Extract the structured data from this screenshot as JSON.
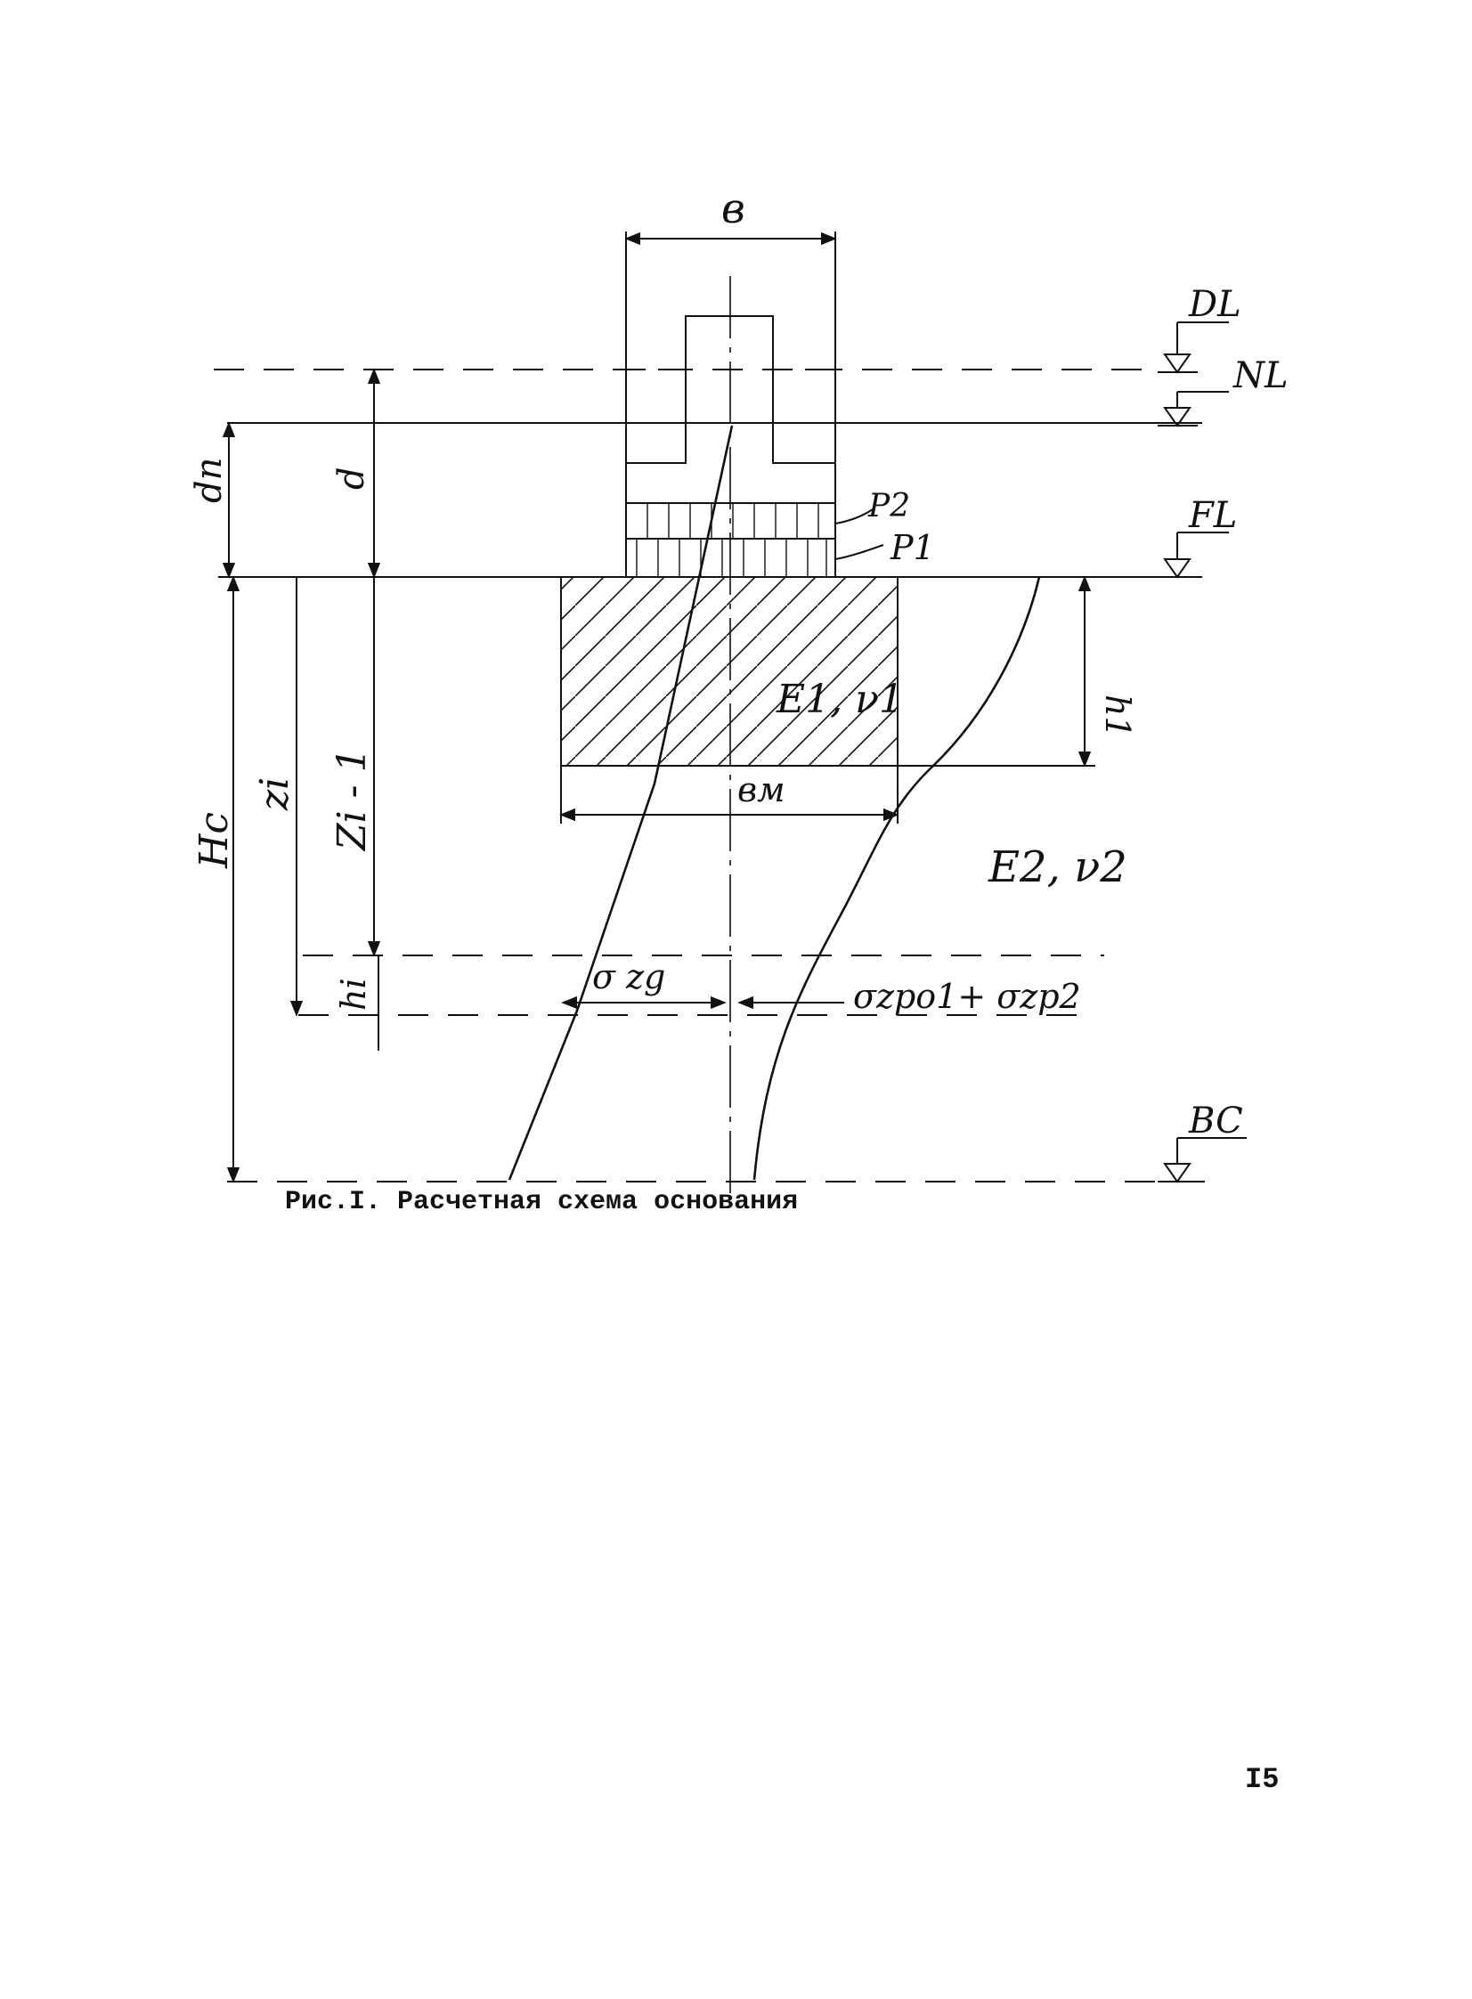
{
  "labels": {
    "b": "в",
    "DL": "DL",
    "NL": "NL",
    "FL": "FL",
    "BC": "BC",
    "dn": "dn",
    "d": "d",
    "P2": "P2",
    "P1": "P1",
    "E1v1": "E1, ν1",
    "h1": "h1",
    "zi": "zi",
    "zi_1": "Zi - 1",
    "Hc": "Hc",
    "bm": "вм",
    "E2v2": "E2, ν2",
    "hi": "hi",
    "sigma_zg": "σ zg",
    "sigma_sum": "σzpo1+ σzp2"
  },
  "caption": "Рис.I. Расчетная схема основания",
  "page_number": "I5",
  "colors": {
    "ink": "#111111",
    "paper": "#ffffff"
  }
}
